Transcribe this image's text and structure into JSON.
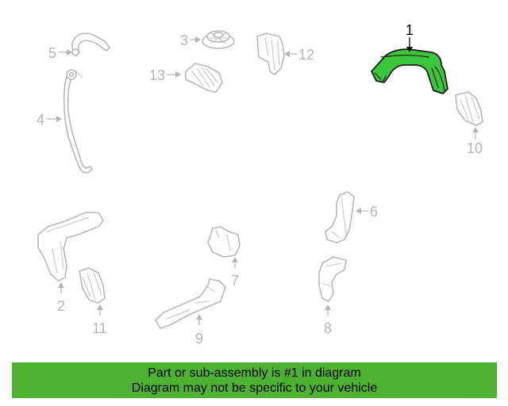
{
  "callouts": {
    "c1": "1",
    "c2": "2",
    "c3": "3",
    "c4": "4",
    "c5": "5",
    "c6": "6",
    "c7": "7",
    "c8": "8",
    "c9": "9",
    "c10": "10",
    "c11": "11",
    "c12": "12",
    "c13": "13"
  },
  "highlighted_part": "1",
  "colors": {
    "highlight_fill": "#3cc63c",
    "banner_background": "#4db231",
    "callout_gray": "#b5b5b5"
  },
  "banner": {
    "line1": "Part or sub-assembly is #1 in diagram",
    "line2": "Diagram may not be specific to your vehicle"
  }
}
